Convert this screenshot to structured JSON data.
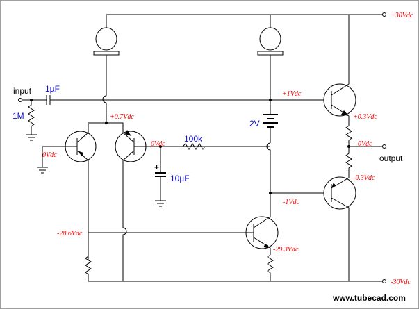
{
  "rails": {
    "positive": "+30Vdc",
    "negative": "-30Vdc"
  },
  "terminals": {
    "input": "input",
    "output": "output"
  },
  "components": {
    "input_cap": "1µF",
    "input_res": "1M",
    "battery": "2V",
    "feedback_res": "100k",
    "bypass_cap": "10µF"
  },
  "voltages": {
    "v_in_base": "0Vdc",
    "v_tail": "+0.7Vdc",
    "v_fb_base": "0Vdc",
    "v_upper_base": "+1Vdc",
    "v_upper_emit": "+0.3Vdc",
    "v_output": "0Vdc",
    "v_lower_emit": "-0.3Vdc",
    "v_lower_base": "-1Vdc",
    "v_left_coll": "-28.6Vdc",
    "v_vas_emit": "-29.3Vdc"
  },
  "footer": {
    "site": "www.tubecad.com"
  }
}
